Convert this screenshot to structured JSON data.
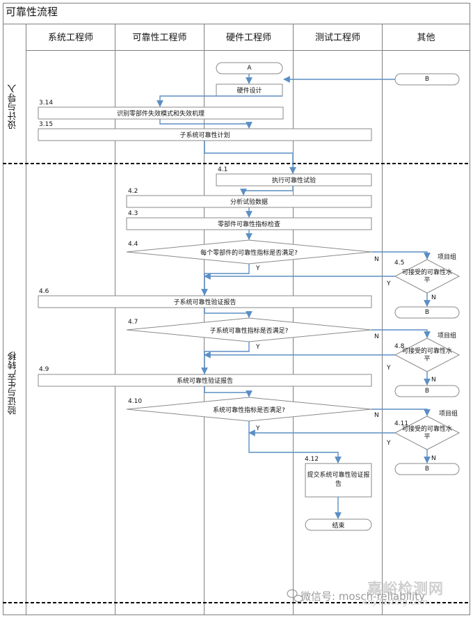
{
  "title": "可靠性流程",
  "lanes": [
    "系统工程师",
    "可靠性工程师",
    "硬件工程师",
    "测试工程师",
    "其他"
  ],
  "phases": [
    "设计与导入",
    "验证与生产转移"
  ],
  "terminals": {
    "a": "A",
    "b_top": "B",
    "b1": "B",
    "b2": "B",
    "b3": "B",
    "end": "结束"
  },
  "steps": {
    "s_hw_design": "硬件设计",
    "s314": {
      "num": "3.14",
      "text": "识别零部件失效模式和失效机理"
    },
    "s315": {
      "num": "3.15",
      "text": "子系统可靠性计划"
    },
    "s41": {
      "num": "4.1",
      "text": "执行可靠性试验"
    },
    "s42": {
      "num": "4.2",
      "text": "分析试验数据"
    },
    "s43": {
      "num": "4.3",
      "text": "零部件可靠性指标检查"
    },
    "s44": {
      "num": "4.4",
      "text": "每个零部件的可靠性指标是否满足?"
    },
    "s45": {
      "num": "4.5",
      "text": "可接受的可靠性水平"
    },
    "s46": {
      "num": "4.6",
      "text": "子系统可靠性验证报告"
    },
    "s47": {
      "num": "4.7",
      "text": "子系统可靠性指标是否满足?"
    },
    "s48": {
      "num": "4.8",
      "text": "可接受的可靠性水平"
    },
    "s49": {
      "num": "4.9",
      "text": "系统可靠性验证报告"
    },
    "s410": {
      "num": "4.10",
      "text": "系统可靠性指标是否满足?"
    },
    "s411": {
      "num": "4.11",
      "text": "可接受的可靠性水平"
    },
    "s412": {
      "num": "4.12",
      "text": "提交系统可靠性验证报告"
    }
  },
  "labels": {
    "yes": "Y",
    "no": "N",
    "project_group": "项目组"
  },
  "watermark": {
    "wechat": "微信号: mosch-reliability",
    "brand": "嘉峪检测网",
    "url": "AnyTesting.com"
  },
  "colors": {
    "arrow": "#5b8ec4",
    "box_border": "#8a8a8a",
    "dashed": "#000000"
  }
}
